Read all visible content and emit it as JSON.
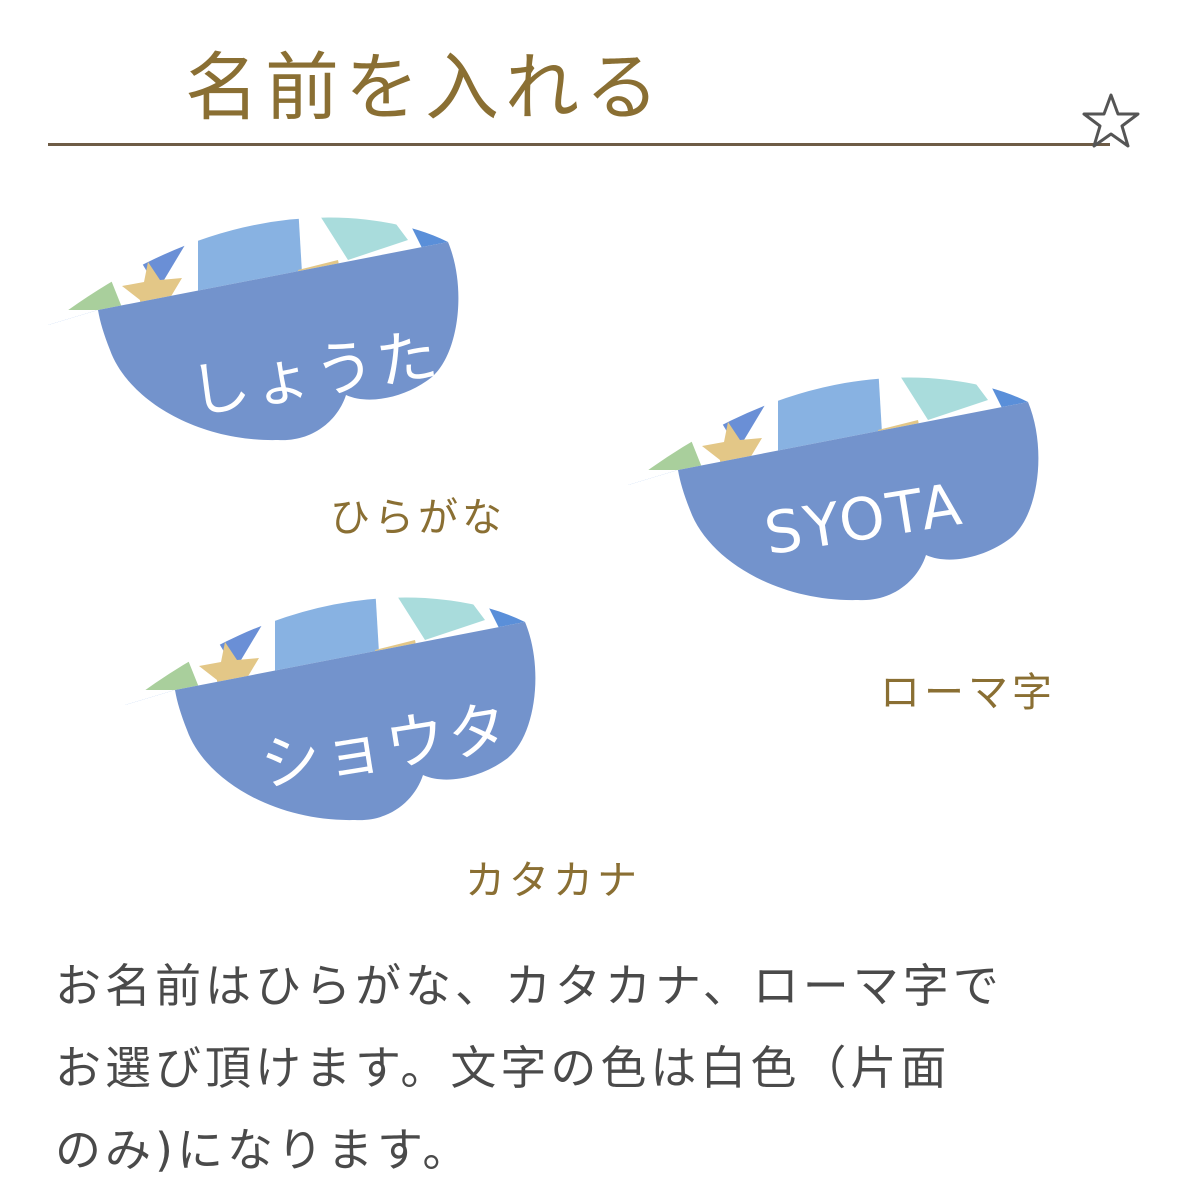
{
  "title": "名前を入れる",
  "samples": [
    {
      "name": "しょうた",
      "caption": "ひらがな"
    },
    {
      "name": "SYOTA",
      "caption": "ローマ字"
    },
    {
      "name": "ショウタ",
      "caption": "カタカナ"
    }
  ],
  "description": {
    "line1": "お名前はひらがな、カタカナ、ローマ字で",
    "line2": "お選び頂けます。文字の色は白色（片面",
    "line3": "のみ)になります。"
  },
  "colors": {
    "title": "#8a6f33",
    "rule": "#6e5c46",
    "pillow_blue": "#7393cc",
    "fabric_light_blue": "#88b2e2",
    "fabric_mint": "#a9dcdc",
    "fabric_green": "#a9cf9c",
    "fabric_yellow": "#e3c787",
    "fabric_accent_blue": "#5a8fd9"
  }
}
